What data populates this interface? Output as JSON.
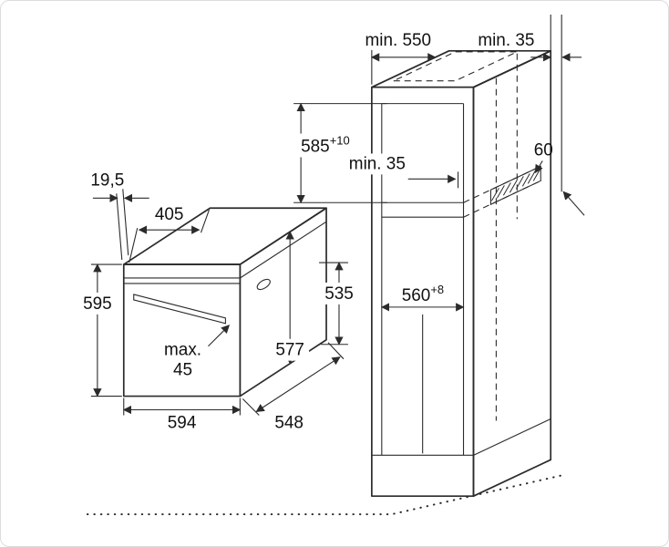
{
  "oven": {
    "dims": {
      "panel_depth": "19,5",
      "body_depth": "405",
      "height": "595",
      "door_max_line1": "max.",
      "door_max_line2": "45",
      "front_height": "577",
      "side_height": "535",
      "width": "594",
      "depth": "548"
    }
  },
  "cabinet": {
    "dims": {
      "depth_min": "min. 550",
      "wall_gap_min": "min. 35",
      "niche_height": "585",
      "niche_height_tol": "+10",
      "rear_gap_min": "min. 35",
      "vent_width": "60",
      "niche_width": "560",
      "niche_width_tol": "+8"
    }
  }
}
